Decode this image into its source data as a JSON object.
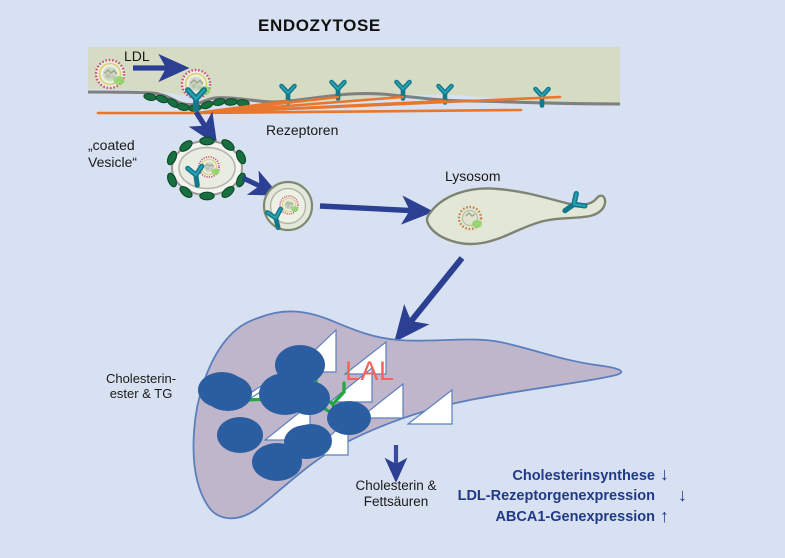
{
  "figure": {
    "title": "ENDOZYTOSE",
    "background_color": "#d8e1f1",
    "labels": {
      "ldl": "LDL",
      "rezeptoren": "Rezeptoren",
      "coated_vesicle": "„coated\nVesicle“",
      "lysosom": "Lysosom",
      "cholesterinester_tg": "Cholesterin-\nester & TG",
      "lal": "LAL",
      "cholesterin_fettsaeuren": "Cholesterin &\nFettsäuren"
    },
    "colors": {
      "background": "#d8e1f1",
      "membrane_cytosol": "#d6dcc4",
      "membrane_line": "#808080",
      "receptor": "#1a7f92",
      "clathrin_coat": "#13663a",
      "ldl_shell": "#c8527a",
      "arrow_navy": "#2b3f93",
      "leader_orange": "#e8762c",
      "cell_fill": "#c0b6cc",
      "cell_outline": "#5b7fbd",
      "lipid_droplet": "#2b5ea0",
      "triangle_outline": "#5b7fbd",
      "green_link": "#22a83c",
      "lal_text": "#f4635c",
      "outcome_text": "#203a87"
    },
    "outcomes": [
      {
        "text": "Cholesterinsynthese",
        "arrow": "↓"
      },
      {
        "text": "LDL-Rezeptorgenexpression",
        "arrow": "↓"
      },
      {
        "text": "ABCA1-Genexpression",
        "arrow": "↑"
      }
    ]
  }
}
